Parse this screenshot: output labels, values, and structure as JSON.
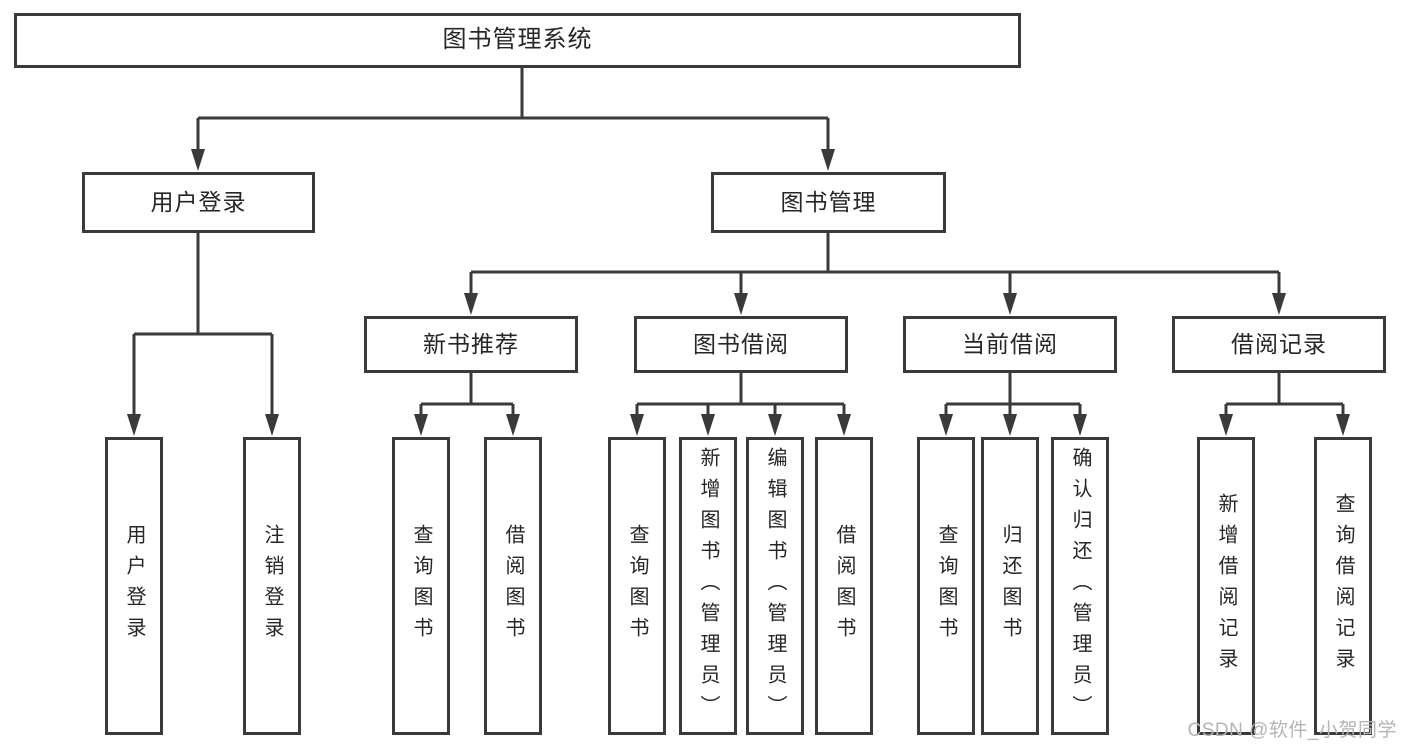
{
  "colors": {
    "background": "#ffffff",
    "line": "#3a3a3a",
    "text": "#262626",
    "watermark": "#b4b4b4"
  },
  "watermark": "CSDN @软件_小贺同学",
  "tree": {
    "root": "图书管理系统",
    "level2": [
      "用户登录",
      "图书管理"
    ],
    "level3": [
      "新书推荐",
      "图书借阅",
      "当前借阅",
      "借阅记录"
    ],
    "leaves": {
      "user_login": [
        "用户登录",
        "注销登录"
      ],
      "new_book_recommend": [
        "查询图书",
        "借阅图书"
      ],
      "book_borrow": [
        "查询图书",
        "新增图书（管理员）",
        "编辑图书（管理员）",
        "借阅图书"
      ],
      "current_borrow": [
        "查询图书",
        "归还图书",
        "确认归还（管理员）"
      ],
      "borrow_records": [
        "新增借阅记录",
        "查询借阅记录"
      ]
    }
  }
}
